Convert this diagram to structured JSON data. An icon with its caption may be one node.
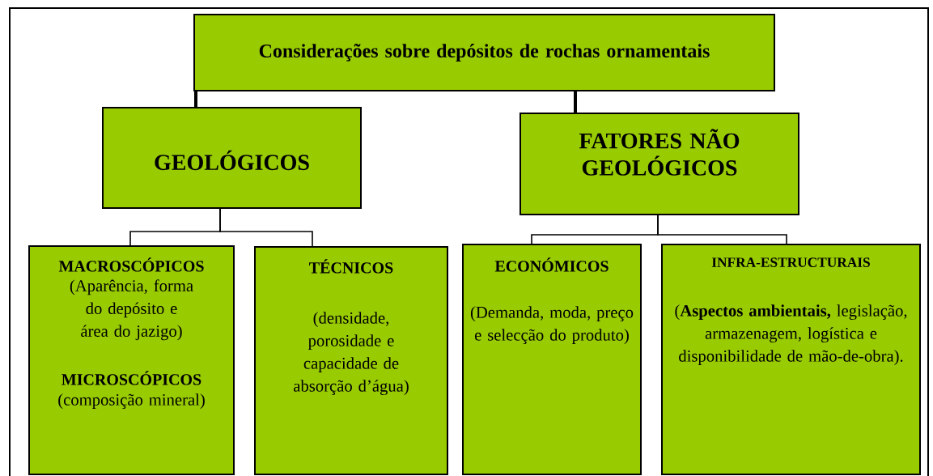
{
  "diagram": {
    "nodes": [
      {
        "text": [
          "Considerações sobre depósitos de rochas ornamentais"
        ]
      },
      {
        "text": [
          "GEOLÓGICOS"
        ]
      },
      {
        "text": [
          "FATORES NÃO GEOLÓGICOS"
        ]
      },
      {
        "text": [
          "MACROSCÓPICOS",
          "(Aparência, forma do depósito e área do jazigo)",
          "MICROSCÓPICOS",
          "(composição mineral)"
        ]
      },
      {
        "text": [
          "TÉCNICOS",
          "(densidade, porosidade e capacidade de absorção d’água)"
        ]
      },
      {
        "text": [
          "ECONÓMICOS",
          "(Demanda, moda, preço e selecção do produto)"
        ]
      },
      {
        "text": [
          "INFRA-ESTRUCTURAIS",
          "(**Aspectos ambientais,** legislação, armazenagem, logística e disponibilidade de mão-de-obra)."
        ]
      }
    ],
    "edges": [
      {
        "from": 0,
        "to": 1,
        "arrow": "none",
        "style": "thick"
      },
      {
        "from": 0,
        "to": 2,
        "arrow": "none",
        "style": "thick"
      },
      {
        "from": 1,
        "to": 3,
        "arrow": "none"
      },
      {
        "from": 1,
        "to": 4,
        "arrow": "none"
      },
      {
        "from": 2,
        "to": 5,
        "arrow": "none"
      },
      {
        "from": 2,
        "to": 6,
        "arrow": "none"
      }
    ]
  }
}
